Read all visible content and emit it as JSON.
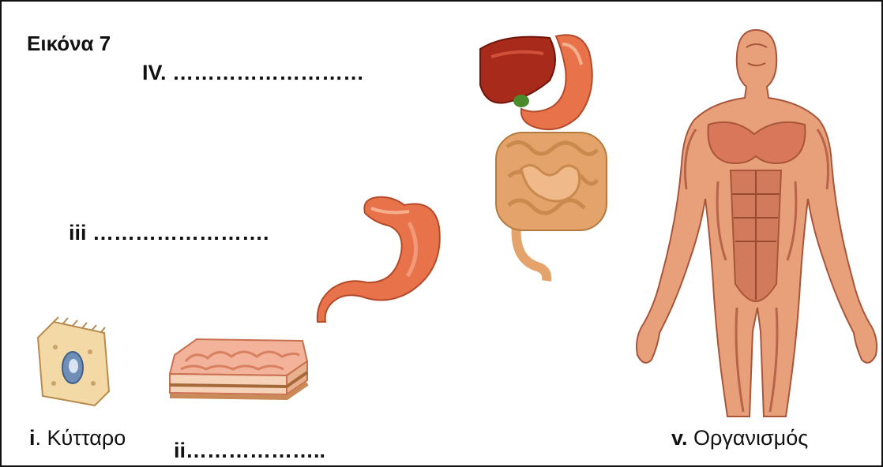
{
  "figure": {
    "title": "Εικόνα 7"
  },
  "labels": {
    "iv": {
      "numeral": "IV.",
      "blank": "………………………"
    },
    "iii": {
      "numeral": "iii",
      "blank": "……………………."
    },
    "i": {
      "numeral": "i",
      "text": ". Κύτταρο"
    },
    "ii": {
      "numeral": "ii",
      "blank": "……………….."
    },
    "v": {
      "numeral": "v.",
      "text": " Οργανισμός"
    }
  },
  "illustrations": [
    "cell",
    "tissue",
    "stomach-organ",
    "digestive-system",
    "human-body"
  ],
  "colors": {
    "skin": "#e8a07a",
    "muscle": "#d9775a",
    "organ": "#e8734a",
    "liver": "#a82a1a",
    "intestine": "#e3a36a",
    "border": "#111111"
  }
}
